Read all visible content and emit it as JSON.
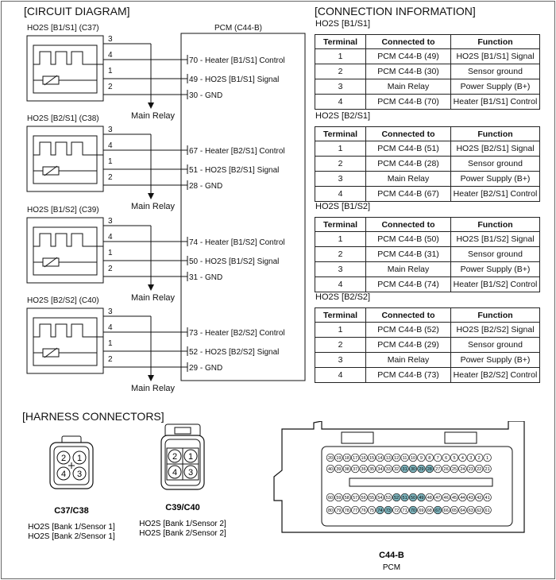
{
  "titles": {
    "circuit": "[CIRCUIT DIAGRAM]",
    "connection": "[CONNECTION INFORMATION]",
    "harness": "[HARNESS CONNECTORS]"
  },
  "pcm_label": "PCM (C44-B)",
  "main_relay": "Main Relay",
  "sensors": [
    {
      "title": "HO2S [B1/S1] (C37)",
      "pins": [
        "3",
        "4",
        "1",
        "2"
      ],
      "terms": [
        "70 - Heater [B1/S1] Control",
        "49 - HO2S [B1/S1] Signal",
        "30 - GND"
      ]
    },
    {
      "title": "HO2S [B2/S1] (C38)",
      "pins": [
        "3",
        "4",
        "1",
        "2"
      ],
      "terms": [
        "67 - Heater [B2/S1] Control",
        "51 - HO2S [B2/S1] Signal",
        "28 - GND"
      ]
    },
    {
      "title": "HO2S [B1/S2] (C39)",
      "pins": [
        "3",
        "4",
        "1",
        "2"
      ],
      "terms": [
        "74 - Heater [B1/S2] Control",
        "50 - HO2S [B1/S2] Signal",
        "31 - GND"
      ]
    },
    {
      "title": "HO2S [B2/S2] (C40)",
      "pins": [
        "3",
        "4",
        "1",
        "2"
      ],
      "terms": [
        "73 - Heater [B2/S2] Control",
        "52 - HO2S [B2/S2] Signal",
        "29 - GND"
      ]
    }
  ],
  "table_headers": [
    "Terminal",
    "Connected to",
    "Function"
  ],
  "tables": [
    {
      "title": "HO2S [B1/S1]",
      "rows": [
        [
          "1",
          "PCM C44-B (49)",
          "HO2S [B1/S1] Signal"
        ],
        [
          "2",
          "PCM C44-B (30)",
          "Sensor ground"
        ],
        [
          "3",
          "Main Relay",
          "Power Supply (B+)"
        ],
        [
          "4",
          "PCM C44-B (70)",
          "Heater [B1/S1] Control"
        ]
      ]
    },
    {
      "title": "HO2S [B2/S1]",
      "rows": [
        [
          "1",
          "PCM C44-B (51)",
          "HO2S [B2/S1] Signal"
        ],
        [
          "2",
          "PCM C44-B (28)",
          "Sensor ground"
        ],
        [
          "3",
          "Main Relay",
          "Power Supply (B+)"
        ],
        [
          "4",
          "PCM C44-B (67)",
          "Heater [B2/S1] Control"
        ]
      ]
    },
    {
      "title": "HO2S [B1/S2]",
      "rows": [
        [
          "1",
          "PCM C44-B (50)",
          "HO2S [B1/S2] Signal"
        ],
        [
          "2",
          "PCM C44-B (31)",
          "Sensor ground"
        ],
        [
          "3",
          "Main Relay",
          "Power Supply (B+)"
        ],
        [
          "4",
          "PCM C44-B (74)",
          "Heater [B1/S2] Control"
        ]
      ]
    },
    {
      "title": "HO2S [B2/S2]",
      "rows": [
        [
          "1",
          "PCM C44-B (52)",
          "HO2S [B2/S2] Signal"
        ],
        [
          "2",
          "PCM C44-B (29)",
          "Sensor ground"
        ],
        [
          "3",
          "Main Relay",
          "Power Supply (B+)"
        ],
        [
          "4",
          "PCM C44-B (73)",
          "Heater [B2/S2] Control"
        ]
      ]
    }
  ],
  "connectors": [
    {
      "id": "C37/C38",
      "pins": [
        "2",
        "1",
        "4",
        "3"
      ],
      "desc1": "HO2S [Bank 1/Sensor 1]",
      "desc2": "HO2S [Bank 2/Sensor 1]"
    },
    {
      "id": "C39/C40",
      "pins": [
        "2",
        "1",
        "4",
        "3"
      ],
      "desc1": "HO2S [Bank 1/Sensor 2]",
      "desc2": "HO2S [Bank 2/Sensor 2]"
    }
  ],
  "pcm_connector": {
    "id": "C44-B",
    "label": "PCM",
    "highlighted_pins": [
      "28",
      "29",
      "30",
      "31",
      "49",
      "50",
      "51",
      "52",
      "67",
      "70",
      "73",
      "74"
    ],
    "highlight_color": "#7fb6bf"
  }
}
